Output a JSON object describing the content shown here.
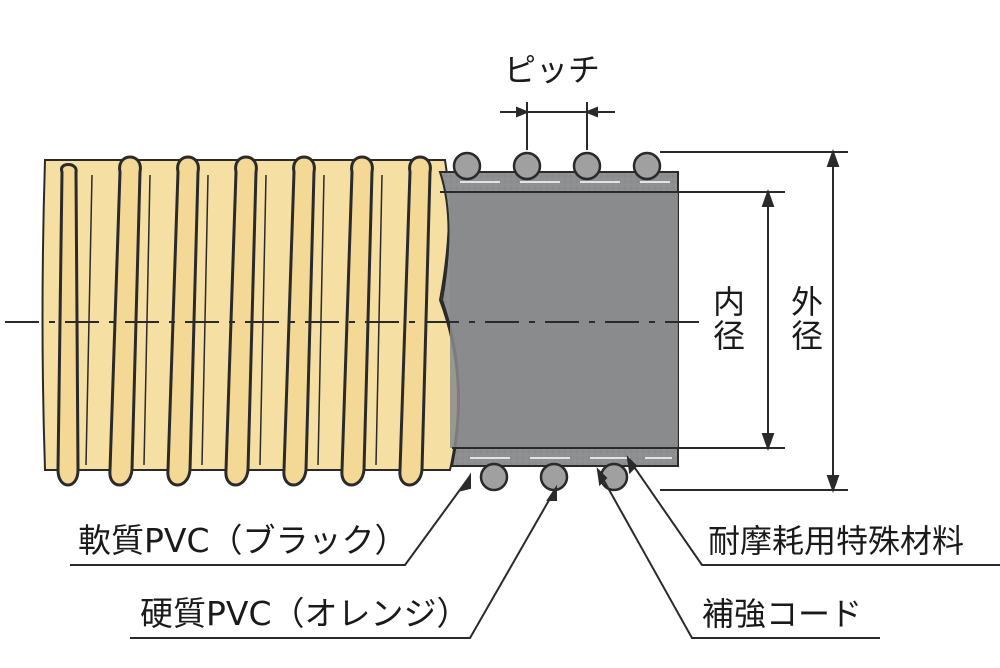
{
  "colors": {
    "hose_body": "#f5dfa3",
    "hose_ridge_outline": "#2a2a2a",
    "inner_cut": "#8e8f90",
    "cord": "#9a9a9a",
    "line": "#222222",
    "background": "#ffffff"
  },
  "labels": {
    "pitch": "ピッチ",
    "inner_diameter": "内径",
    "outer_diameter": "外径",
    "soft_pvc": "軟質PVC（ブラック）",
    "hard_pvc": "硬質PVC（オレンジ）",
    "wear_material": "耐摩耗用特殊材料",
    "reinforcing_cord": "補強コード"
  }
}
